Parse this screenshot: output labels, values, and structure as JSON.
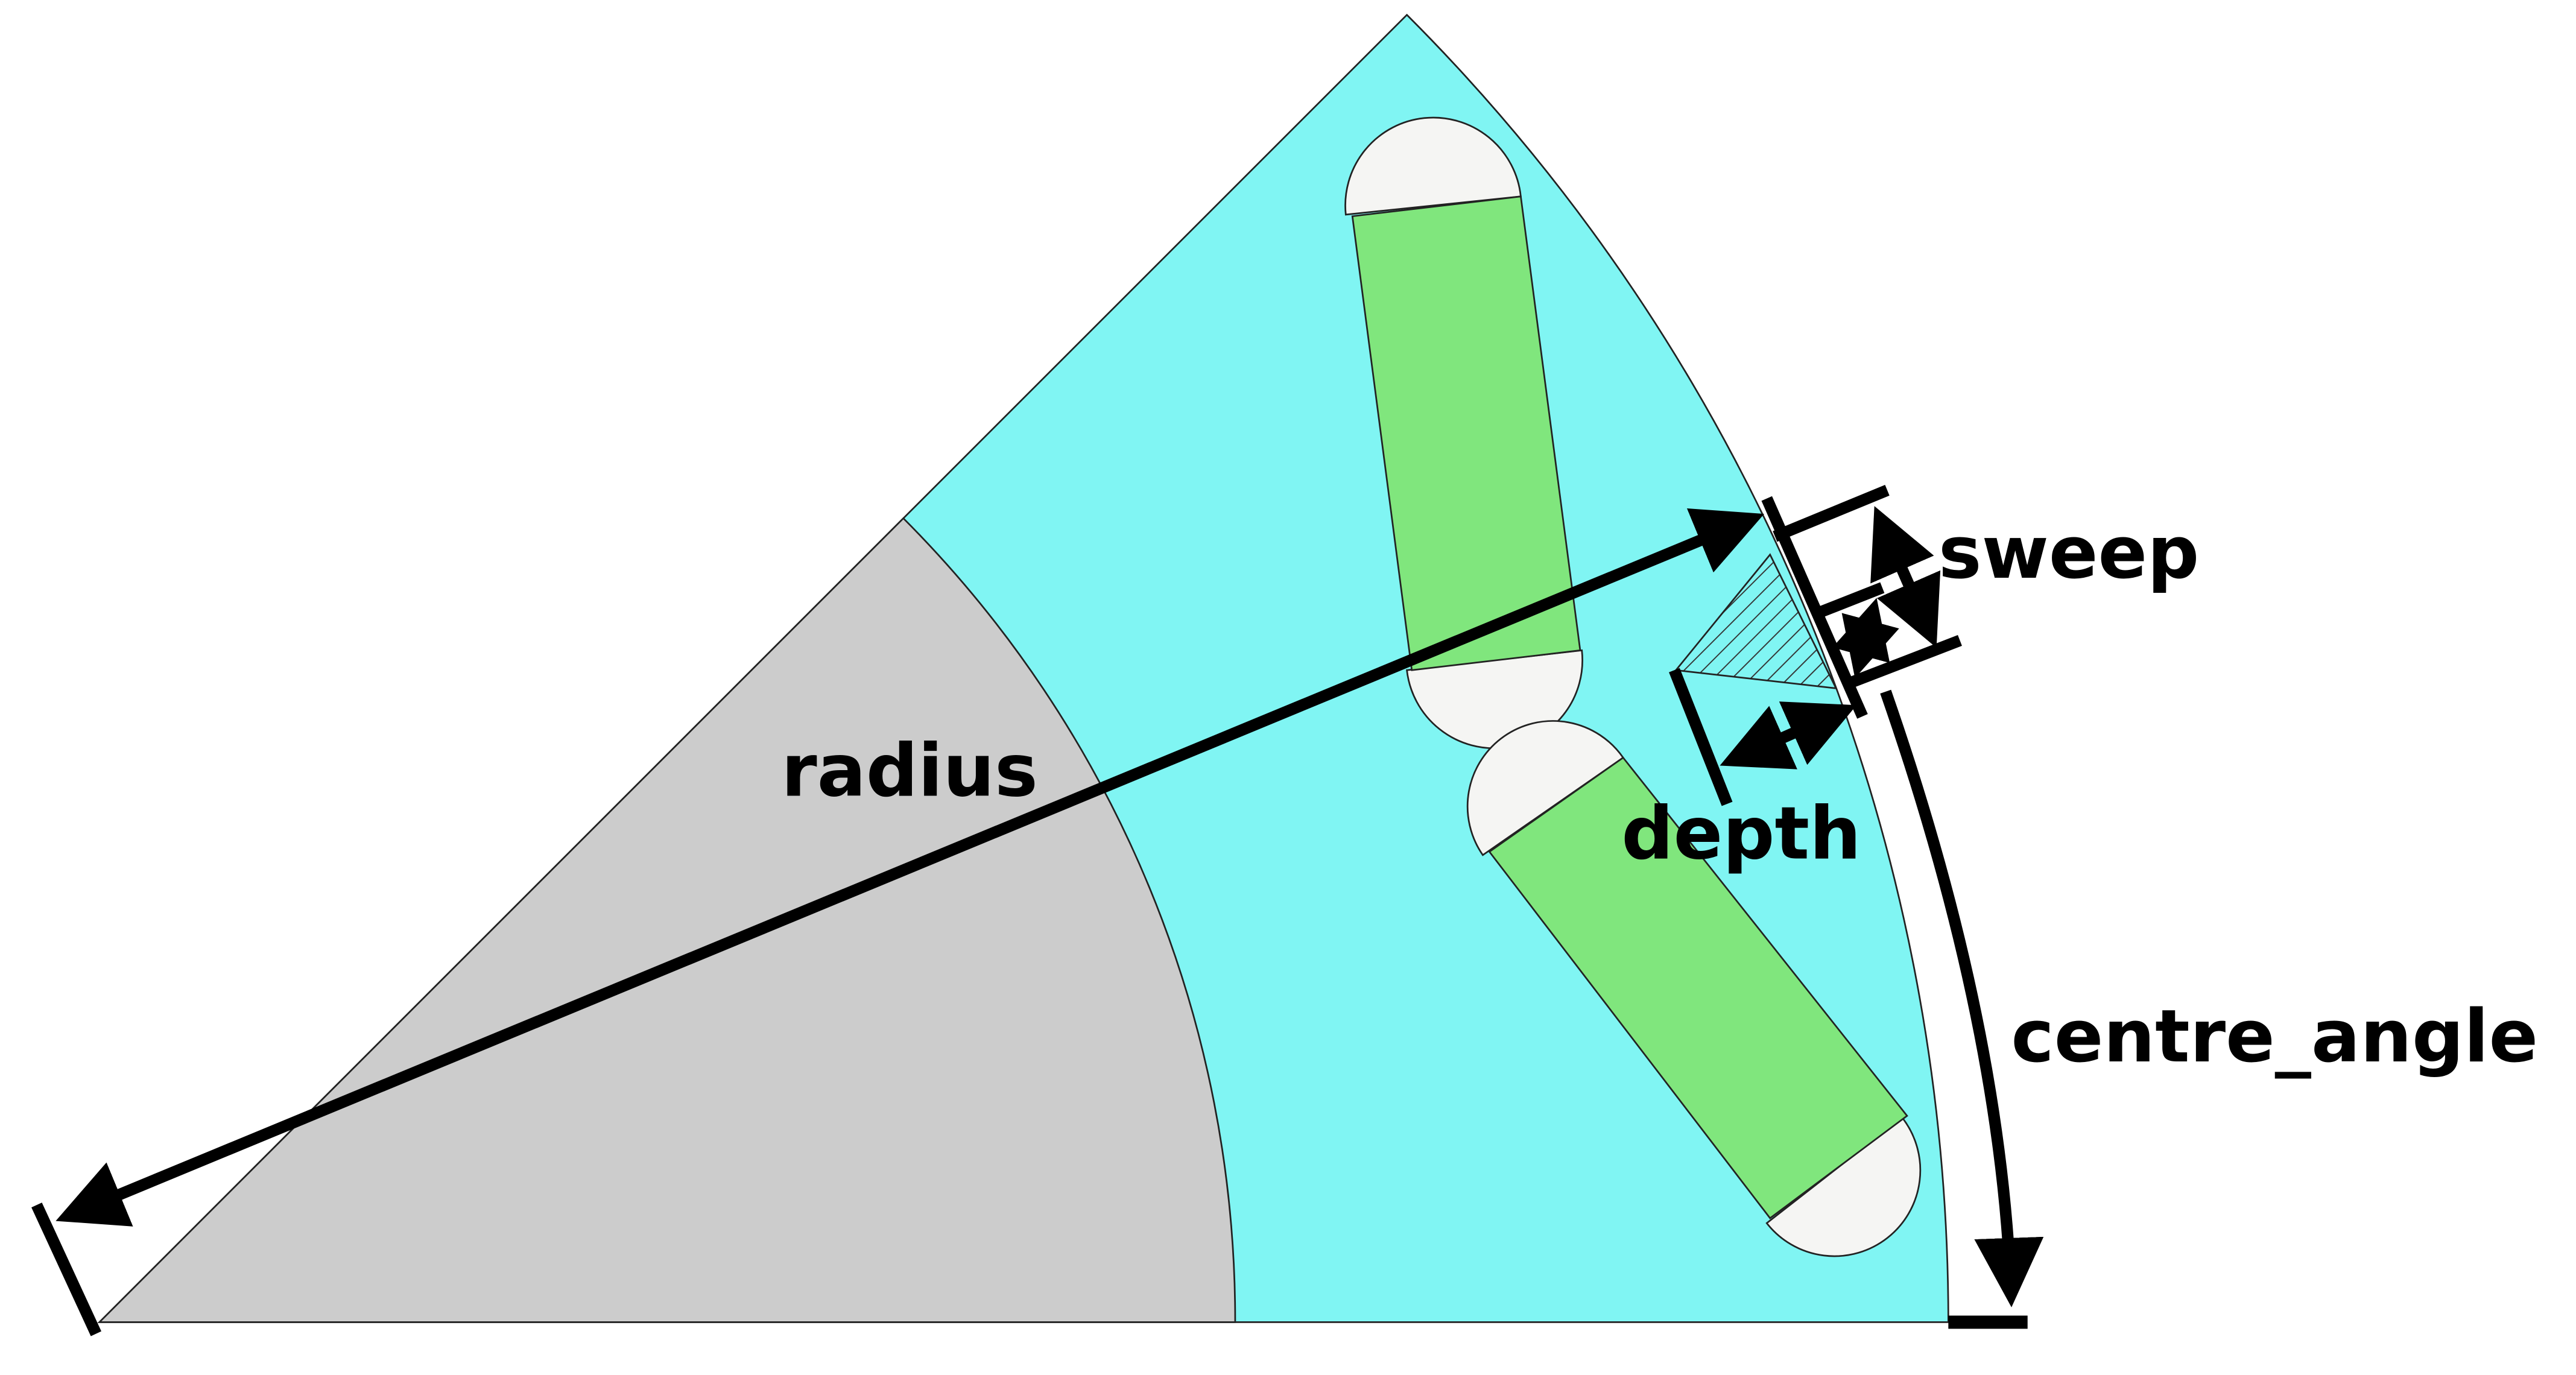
{
  "colors": {
    "background": "#ffffff",
    "inner_core": "#cccccc",
    "outer_region": "#80f5f3",
    "magnet": "#80e67d",
    "magnet_end": "#f5f5f3",
    "hatch": "#333333",
    "annotation": "#000000"
  },
  "labels": {
    "radius": "radius",
    "sweep": "sweep",
    "depth": "depth",
    "centre_angle": "centre_angle"
  }
}
